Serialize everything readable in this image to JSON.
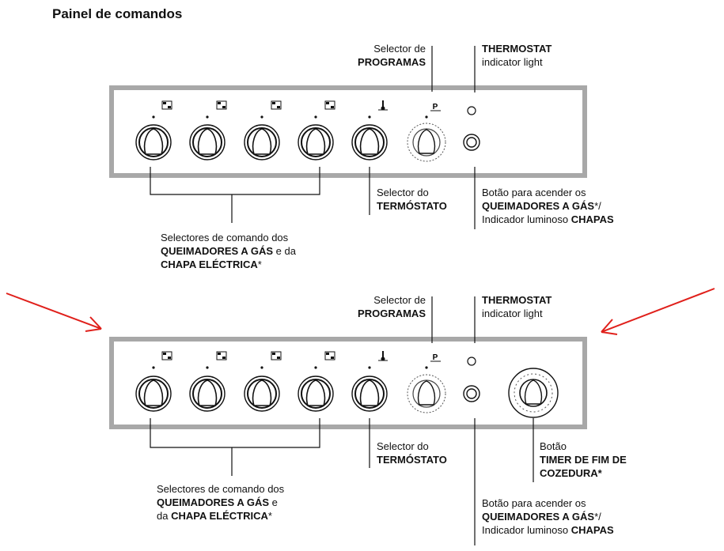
{
  "title": "Painel de comandos",
  "panel1": {
    "prog_line1": "Selector de",
    "prog_line2": "PROGRAMAS",
    "thermo_line1": "THERMOSTAT",
    "thermo_line2": "indicator light",
    "termostato_line1": "Selector do",
    "termostato_line2": "TERMÓSTATO",
    "burner_btn_line1": "Botão para acender os",
    "burner_btn_line2a": "QUEIMADORES A GÁS",
    "burner_btn_line2b": "*/",
    "burner_btn_line3a": "Indicador luminoso ",
    "burner_btn_line3b": "CHAPAS",
    "selectors_line1": "Selectores de comando dos",
    "selectors_line2a": "QUEIMADORES A GÁS",
    "selectors_line2b": " e da",
    "selectors_line3a": "CHAPA ELÉCTRICA",
    "selectors_line3b": "*"
  },
  "panel2": {
    "prog_line1": "Selector de",
    "prog_line2": "PROGRAMAS",
    "thermo_line1": "THERMOSTAT",
    "thermo_line2": "indicator light",
    "termostato_line1": "Selector do",
    "termostato_line2": "TERMÓSTATO",
    "timer_line1": "Botão",
    "timer_line2": "TIMER DE FIM DE",
    "timer_line3": "COZEDURA*",
    "burner_btn_line1": "Botão para acender os",
    "burner_btn_line2a": "QUEIMADORES A GÁS",
    "burner_btn_line2b": "*/",
    "burner_btn_line3a": "Indicador luminoso ",
    "burner_btn_line3b": "CHAPAS",
    "selectors_line1": "Selectores de comando dos",
    "selectors_line2a": "QUEIMADORES A GÁS",
    "selectors_line2b": " e",
    "selectors_line3a": "da ",
    "selectors_line3b": "CHAPA ELÉCTRICA",
    "selectors_line3c": "*"
  },
  "knob_labels": {
    "program": "P"
  },
  "colors": {
    "panel_border": "#a8a8a8",
    "arrow": "#e0201b"
  }
}
